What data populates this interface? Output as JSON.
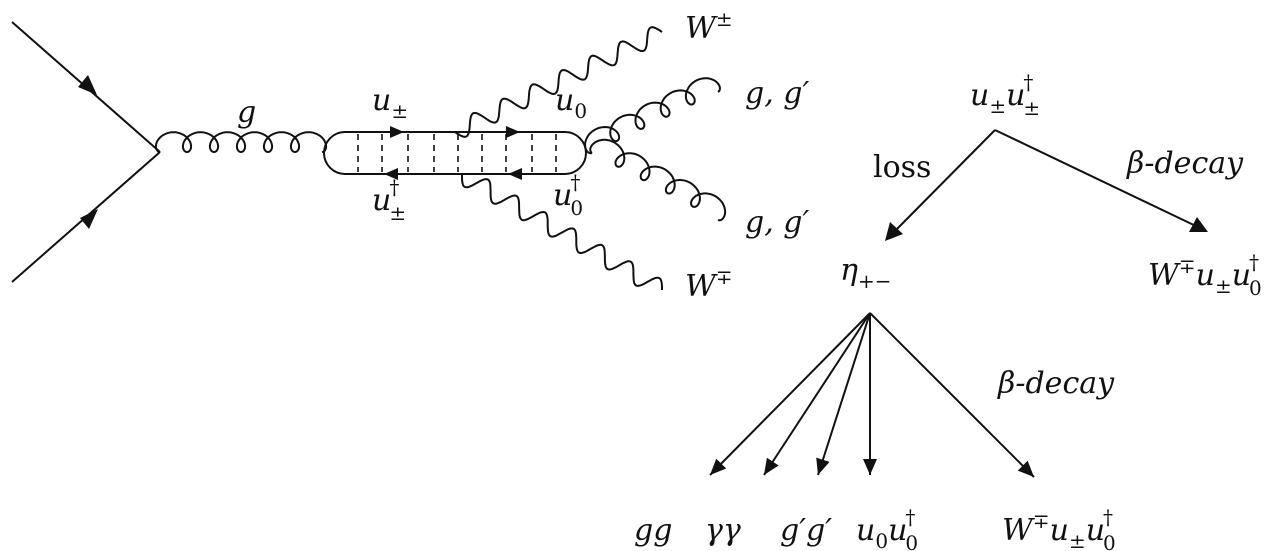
{
  "feynman": {
    "gluon_label": "g",
    "top_quark_label": "u",
    "top_quark_sub": "±",
    "top_antiquark_label": "u",
    "top_antiquark_sup": "†",
    "top_antiquark_sub": "±",
    "u0_label": "u",
    "u0_sub": "0",
    "u0_anti_label": "u",
    "u0_anti_sup": "†",
    "u0_anti_sub": "0",
    "w_top_label": "W",
    "w_top_sup": "±",
    "w_bottom_label": "W",
    "w_bottom_sup": "∓",
    "g_top_label": "g, g′",
    "g_bottom_label": "g, g′"
  },
  "decay_tree": {
    "root_u1": "u",
    "root_u1_sub": "±",
    "root_u2": "u",
    "root_u2_sup": "†",
    "root_u2_sub": "±",
    "loss_label": "loss",
    "beta_label_top": "β-decay",
    "eta_label": "η",
    "eta_sub": "+−",
    "right_W": "W",
    "right_W_sup": "∓",
    "right_u1": "u",
    "right_u1_sub": "±",
    "right_u2": "u",
    "right_u2_sup": "†",
    "right_u2_sub": "0",
    "beta_label_bottom": "β-decay",
    "products": {
      "gg": "gg",
      "gamma": "γγ",
      "gprime": "g′g′",
      "u0_a": "u",
      "u0_a_sub": "0",
      "u0_b": "u",
      "u0_b_sup": "†",
      "u0_b_sub": "0",
      "w_W": "W",
      "w_W_sup": "∓",
      "w_u1": "u",
      "w_u1_sub": "±",
      "w_u2": "u",
      "w_u2_sup": "†",
      "w_u2_sub": "0"
    }
  }
}
